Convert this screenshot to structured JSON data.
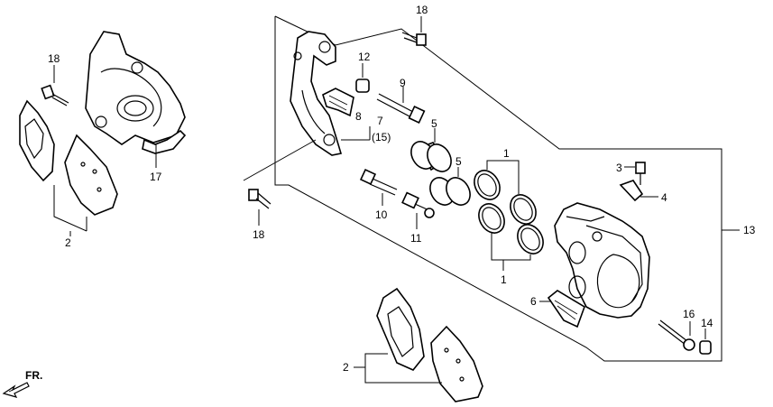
{
  "diagram": {
    "callouts": {
      "c18_top": "18",
      "c12": "12",
      "c9": "9",
      "c8": "8",
      "c7": "7",
      "c15": "(15)",
      "c5a": "5",
      "c5b": "5",
      "c1a": "1",
      "c1b": "1",
      "c3": "3",
      "c4": "4",
      "c13": "13",
      "c10": "10",
      "c11": "11",
      "c18_mid": "18",
      "c18_left": "18",
      "c17": "17",
      "c2_left": "2",
      "c2_bottom": "2",
      "c6": "6",
      "c16": "16",
      "c14": "14"
    },
    "front_marker": "FR."
  }
}
